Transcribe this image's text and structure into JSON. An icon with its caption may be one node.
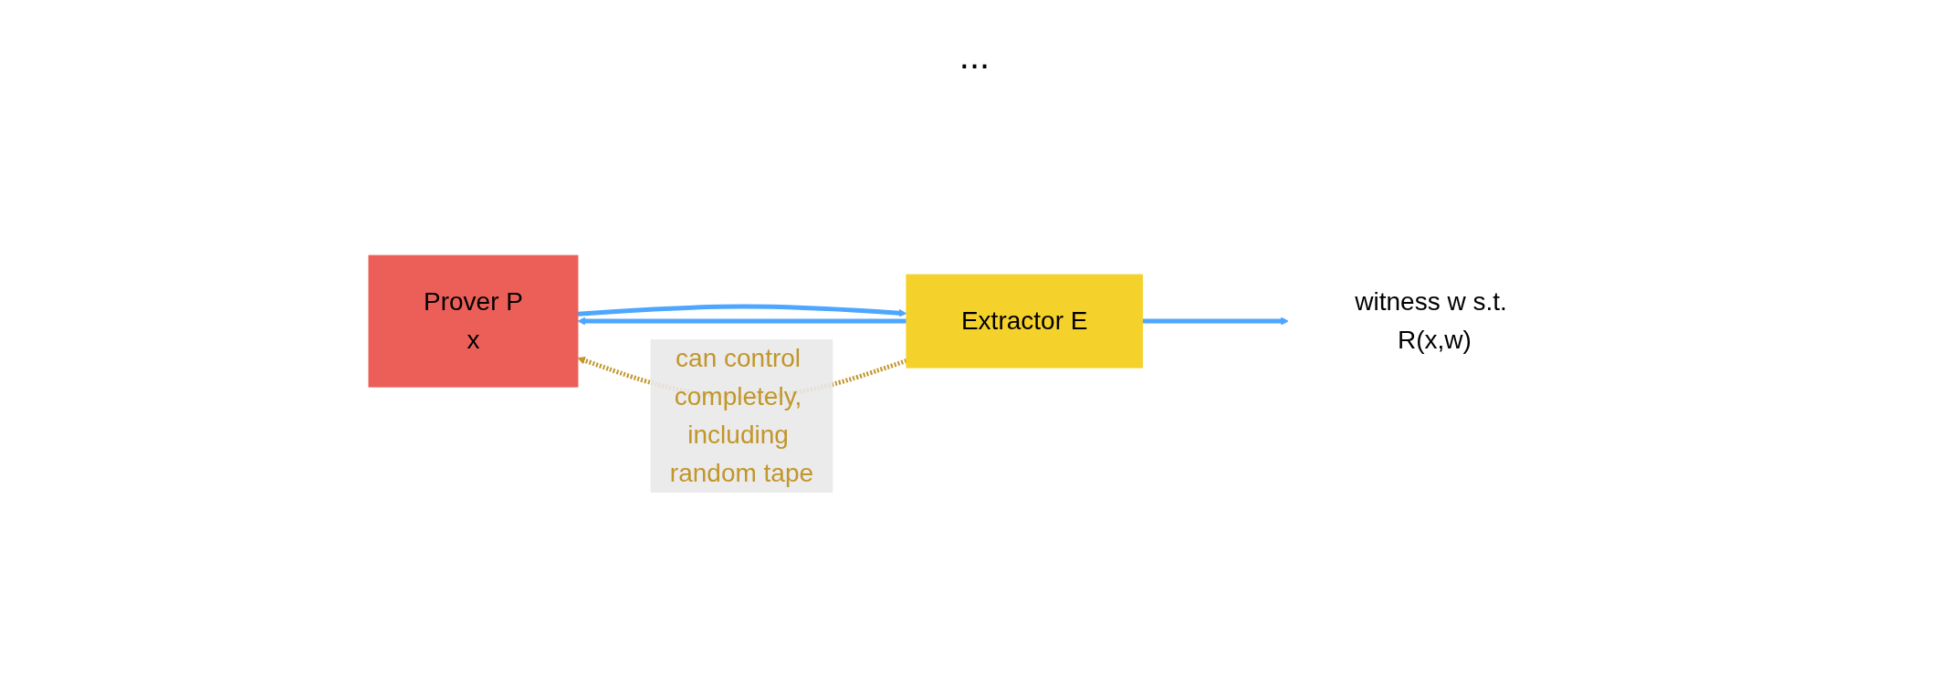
{
  "diagram": {
    "nodes": [
      {
        "text": [
          "Prover P",
          "x"
        ]
      },
      {
        "text": [
          "Extractor E"
        ]
      },
      {
        "text": [
          "witness w s.t. R(x,w)"
        ]
      }
    ],
    "edges": [
      {
        "from": 0,
        "to": 1,
        "arrow": "to"
      },
      {
        "from": 1,
        "to": 0,
        "arrow": "to"
      },
      {
        "from": 1,
        "to": 0,
        "arrow": "to",
        "style": "dashed",
        "color": "#c1962a",
        "label": "can control completely, including random tape"
      },
      {
        "from": 1,
        "to": 2,
        "arrow": "to"
      }
    ],
    "labels": [
      "..."
    ]
  }
}
